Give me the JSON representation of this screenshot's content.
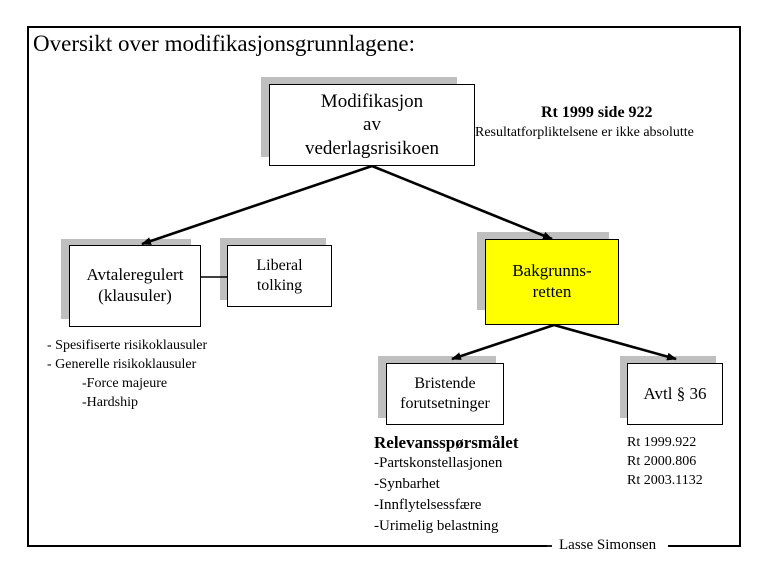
{
  "slide": {
    "title": "Oversikt over modifikasjonsgrunnlagene:",
    "author_footer": "Lasse Simonsen"
  },
  "boxes": {
    "top": {
      "line1": "Modifikasjon",
      "line2": "av",
      "line3": "vederlagsrisikoen"
    },
    "avtaleregulert": {
      "line1": "Avtaleregulert",
      "line2": "(klausuler)"
    },
    "liberal": {
      "line1": "Liberal",
      "line2": "tolking"
    },
    "bakgrunnsretten": {
      "line1": "Bakgrunns-",
      "line2": "retten",
      "fill_color": "#ffff00"
    },
    "bristende": {
      "line1": "Bristende",
      "line2": "forutsetninger"
    },
    "avtl36": {
      "line1": "Avtl § 36"
    }
  },
  "annotations": {
    "rt_case": {
      "heading": "Rt 1999 side 922",
      "body": "Resultatforpliktelsene er ikke absolutte"
    },
    "klausul_list": {
      "item1": "- Spesifiserte risikoklausuler",
      "item2": "- Generelle risikoklausuler",
      "item3": "-Force majeure",
      "item4": "-Hardship"
    },
    "relevans": {
      "heading": "Relevansspørsmålet",
      "item1": "-Partskonstellasjonen",
      "item2": "-Synbarhet",
      "item3": "-Innflytelsessfære",
      "item4": "-Urimelig belastning"
    },
    "rt_refs": {
      "ref1": "Rt 1999.922",
      "ref2": "Rt 2000.806",
      "ref3": "Rt 2003.1132"
    }
  }
}
